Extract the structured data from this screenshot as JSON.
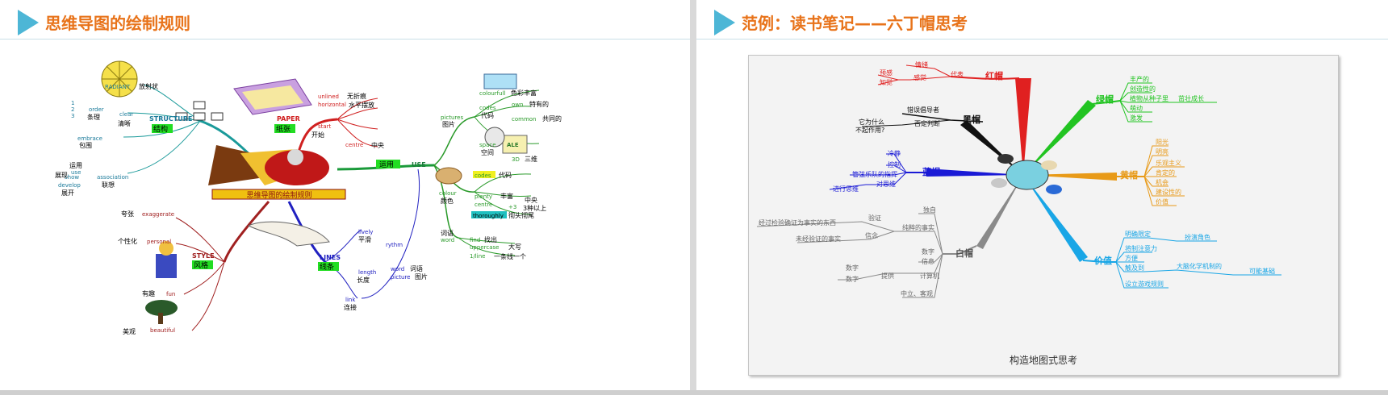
{
  "left": {
    "title": "思维导图的绘制规则",
    "center_label": "思维导图的绘制规则",
    "branches": {
      "structure": {
        "en": "STRUCTURE",
        "zh": "结构"
      },
      "paper": {
        "en": "PAPER",
        "zh": "纸张"
      },
      "use": {
        "en": "USE",
        "zh": "运用"
      },
      "style": {
        "en": "STYLE",
        "zh": "风格"
      },
      "lines": {
        "en": "LINES",
        "zh": "线条"
      }
    },
    "structure_items": [
      {
        "en": "RADIANT",
        "zh": "放射状"
      },
      {
        "en": "order",
        "zh": ""
      },
      {
        "en": "clear",
        "zh": "清晰"
      },
      {
        "en": "embrace",
        "zh": "包围"
      },
      {
        "en": "association",
        "zh": "联想"
      },
      {
        "en": "use",
        "zh": "运用"
      },
      {
        "en": "show",
        "zh": "展现"
      },
      {
        "en": "develop",
        "zh": "展开"
      }
    ],
    "order_numbers": [
      "1",
      "2",
      "3"
    ],
    "order_zh": "条理",
    "paper_items": [
      {
        "en": "unlined",
        "zh": "无折痕"
      },
      {
        "en": "horizontal",
        "zh": "水平摆放"
      },
      {
        "en": "start",
        "zh": "开始"
      },
      {
        "en": "centre",
        "zh": "中央"
      }
    ],
    "use_items": [
      {
        "en": "pictures",
        "zh": "图片"
      },
      {
        "en": "colourfull",
        "zh": "色彩丰富"
      },
      {
        "en": "codes",
        "zh": "代码"
      },
      {
        "en": "own",
        "zh": "特有的"
      },
      {
        "en": "common",
        "zh": "共同的"
      },
      {
        "en": "space",
        "zh": "空间"
      },
      {
        "en": "3D",
        "zh": "三维"
      },
      {
        "en": "codes",
        "zh": "代码"
      },
      {
        "en": "colour",
        "zh": "颜色"
      },
      {
        "en": "plenty",
        "zh": "丰富"
      },
      {
        "en": "centre",
        "zh": "中央"
      },
      {
        "en": "+3",
        "zh": "3种以上"
      },
      {
        "en": "thoroughly",
        "zh": "彻头彻尾"
      },
      {
        "en": "word",
        "zh": "词语"
      },
      {
        "en": "find",
        "zh": "找出"
      },
      {
        "en": "uppercase",
        "zh": "大写"
      },
      {
        "en": "1/line",
        "zh": "一条线一个"
      }
    ],
    "style_items": [
      {
        "en": "exaggerate",
        "zh": "夸张"
      },
      {
        "en": "personal",
        "zh": "个性化"
      },
      {
        "en": "fun",
        "zh": "有趣"
      },
      {
        "en": "beautiful",
        "zh": "美观"
      }
    ],
    "lines_items": [
      {
        "en": "lively",
        "zh": "平滑"
      },
      {
        "en": "rythm",
        "zh": ""
      },
      {
        "en": "length",
        "zh": "长度"
      },
      {
        "en": "word",
        "zh": "词语"
      },
      {
        "en": "picture",
        "zh": "图片"
      },
      {
        "en": "link",
        "zh": "连接"
      }
    ],
    "ale_text": "ALE"
  },
  "right": {
    "title": "范例：读书笔记——六丁帽思考",
    "caption": "构造地图式思考",
    "hats": {
      "red": "红帽",
      "black": "黑帽",
      "blue": "蓝帽",
      "white": "白帽",
      "green": "绿帽",
      "yellow": "黄帽",
      "value": "价值"
    },
    "red_items": [
      "情绪",
      "代表",
      "预感",
      "感觉",
      "知觉"
    ],
    "black_items": [
      "错误倡导者",
      "否定判断",
      "它为什么",
      "不起作用?"
    ],
    "blue_items": [
      "冷静",
      "控制",
      "管弦乐队的指挥",
      "对思维",
      "进行思维"
    ],
    "white_items": [
      "独自",
      "验证",
      "纯粹的事实",
      "经过检验确证为事实的东西",
      "信念",
      "未经验证的事实",
      "数字",
      "信息",
      "数字",
      "提供",
      "数字",
      "计算机",
      "中立、客观"
    ],
    "green_items": [
      "丰产的",
      "创造性的",
      "植物从种子里",
      "茁壮成长",
      "萌动",
      "激发"
    ],
    "yellow_items": [
      "阳光",
      "明亮",
      "乐观主义",
      "肯定的",
      "机会",
      "建设性的",
      "价值"
    ],
    "value_items": [
      "明确限定",
      "扮演角色",
      "将制注意力",
      "方便",
      "触及到",
      "大脑化学机制的",
      "可能基础",
      "设立游戏规则"
    ]
  },
  "colors": {
    "accent_orange": "#e8731a",
    "accent_blue": "#4db6d6",
    "red": "#e02020",
    "green": "#22c422",
    "yellow": "#e89a18",
    "blue": "#1a1ad6",
    "cyan": "#19a6e6",
    "gray": "#8a8a8a"
  }
}
